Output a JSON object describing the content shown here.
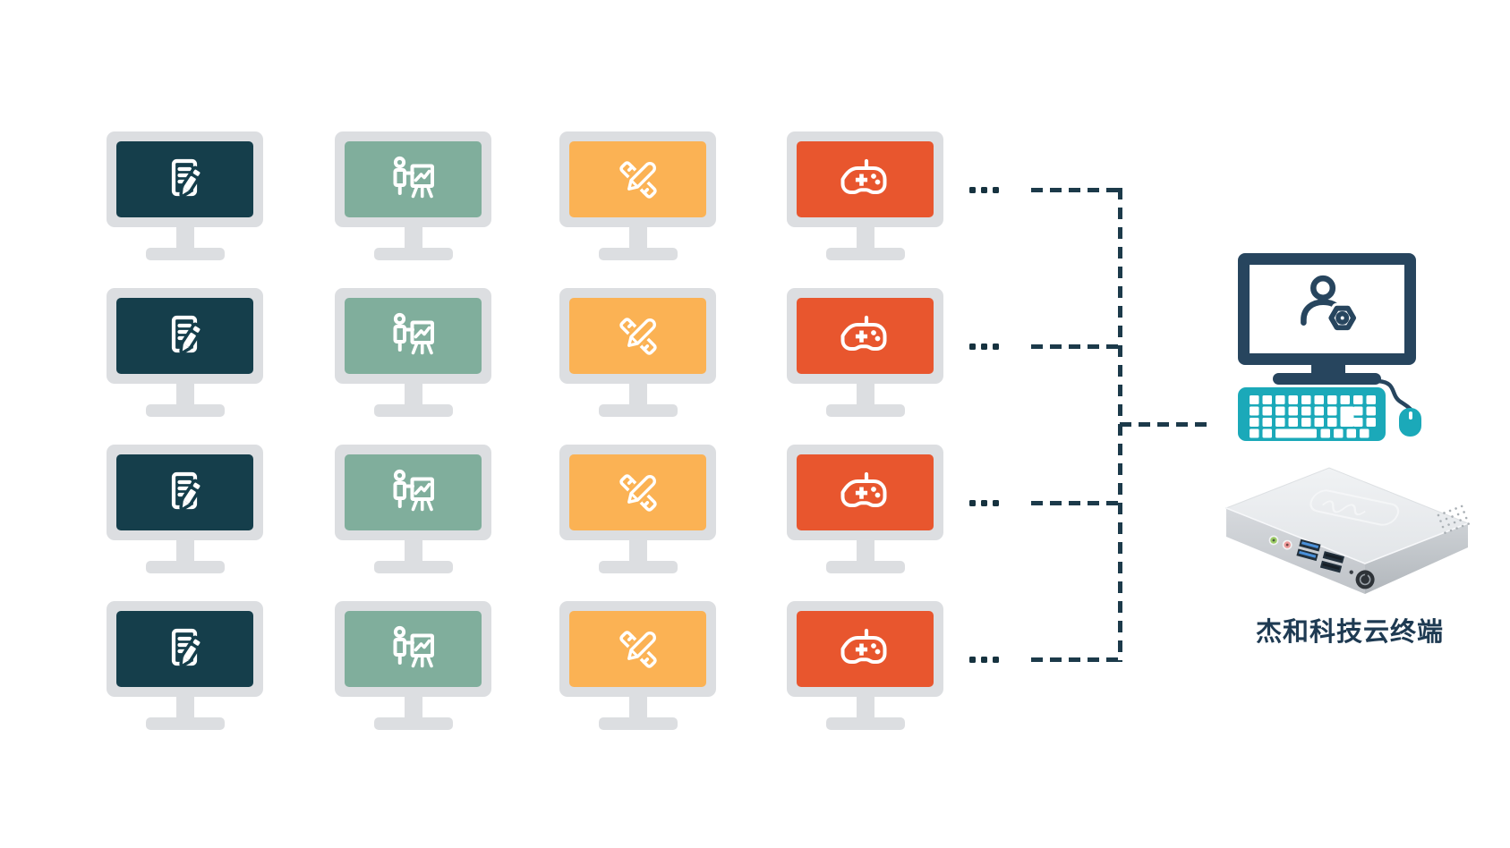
{
  "diagram": {
    "type": "cloud-terminal-topology",
    "background": "#ffffff"
  },
  "grid": {
    "rows": 4,
    "ellipsis_dot_count": 3,
    "columns": [
      {
        "id": "document",
        "icon": "document-edit-icon",
        "screen_color": "#153e4b"
      },
      {
        "id": "presentation",
        "icon": "presentation-chart-icon",
        "screen_color": "#80ae9c"
      },
      {
        "id": "design",
        "icon": "ruler-pencil-icon",
        "screen_color": "#fbb254"
      },
      {
        "id": "gaming",
        "icon": "gamepad-icon",
        "screen_color": "#e8562e"
      }
    ]
  },
  "connector": {
    "color": "#1c3a4a",
    "style": "dashed"
  },
  "server": {
    "caption": "杰和科技云终端",
    "monitor_icon": "user-gear-icon",
    "colors": {
      "frame": "#27455e",
      "keyboard": "#1ba9b9",
      "mouse": "#1ba9b9"
    }
  },
  "palette": {
    "bezel": "#dcdee1",
    "dots": "#16323f",
    "text": "#1e3a52"
  }
}
